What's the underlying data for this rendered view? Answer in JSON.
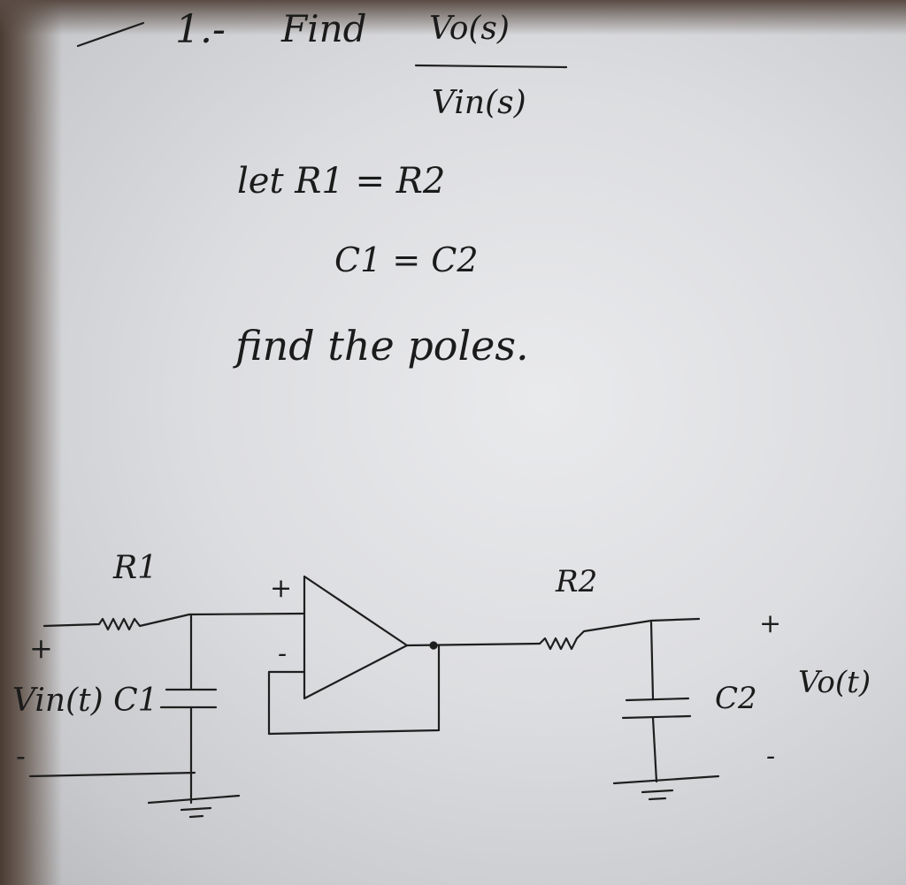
{
  "problem": {
    "number": "1.-",
    "find": "Find",
    "numerator": "Vo(s)",
    "denominator": "Vin(s)",
    "let_r": "let R1 = R2",
    "let_c": "C1 = C2",
    "find_poles": "find the poles."
  },
  "circuit": {
    "r1": "R1",
    "r2": "R2",
    "c2": "C2",
    "vin": "Vin(t) C1",
    "vo": "Vo(t)",
    "in_plus": "+",
    "in_minus": "-",
    "opamp_plus": "+",
    "opamp_minus": "-",
    "out_plus": "+",
    "out_minus": "-"
  }
}
